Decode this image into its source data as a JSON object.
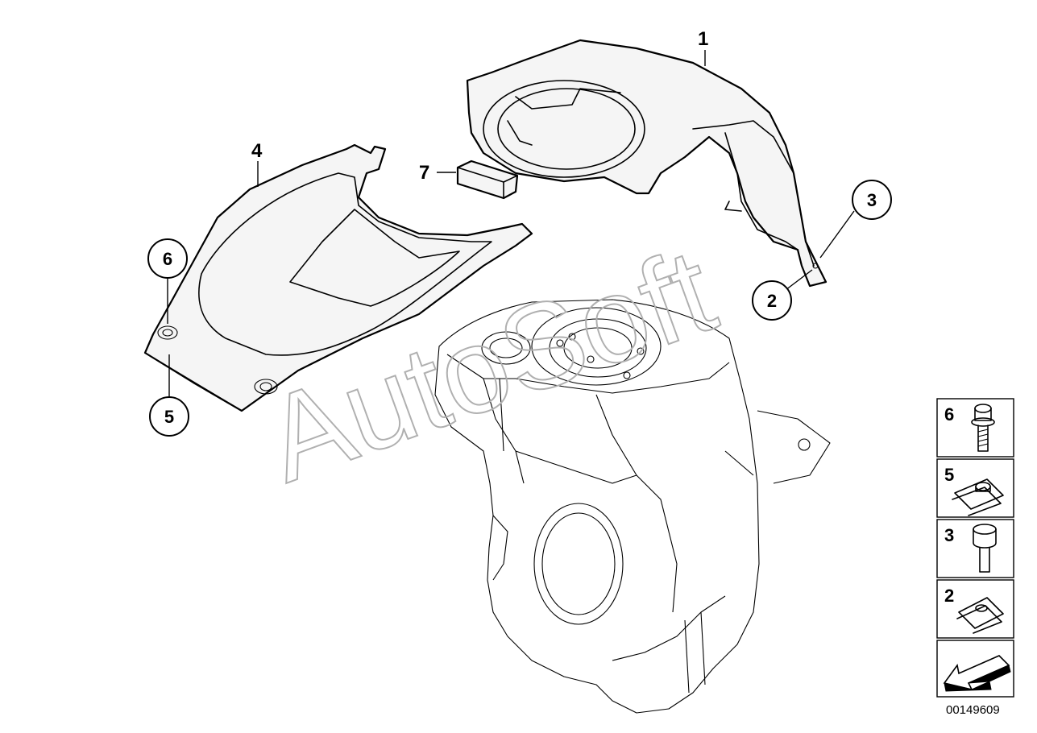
{
  "diagram_id": "00149609",
  "watermark": "AutoSoft",
  "callouts": {
    "c1": "1",
    "c2": "2",
    "c3": "3",
    "c4": "4",
    "c5": "5",
    "c6": "6",
    "c7": "7"
  },
  "legend": {
    "items": [
      {
        "num": "6",
        "icon": "bolt-icon"
      },
      {
        "num": "5",
        "icon": "clip-nut-icon"
      },
      {
        "num": "3",
        "icon": "rubber-buffer-icon"
      },
      {
        "num": "2",
        "icon": "clip-nut-icon"
      },
      {
        "num": "",
        "icon": "arrow-icon"
      }
    ]
  }
}
